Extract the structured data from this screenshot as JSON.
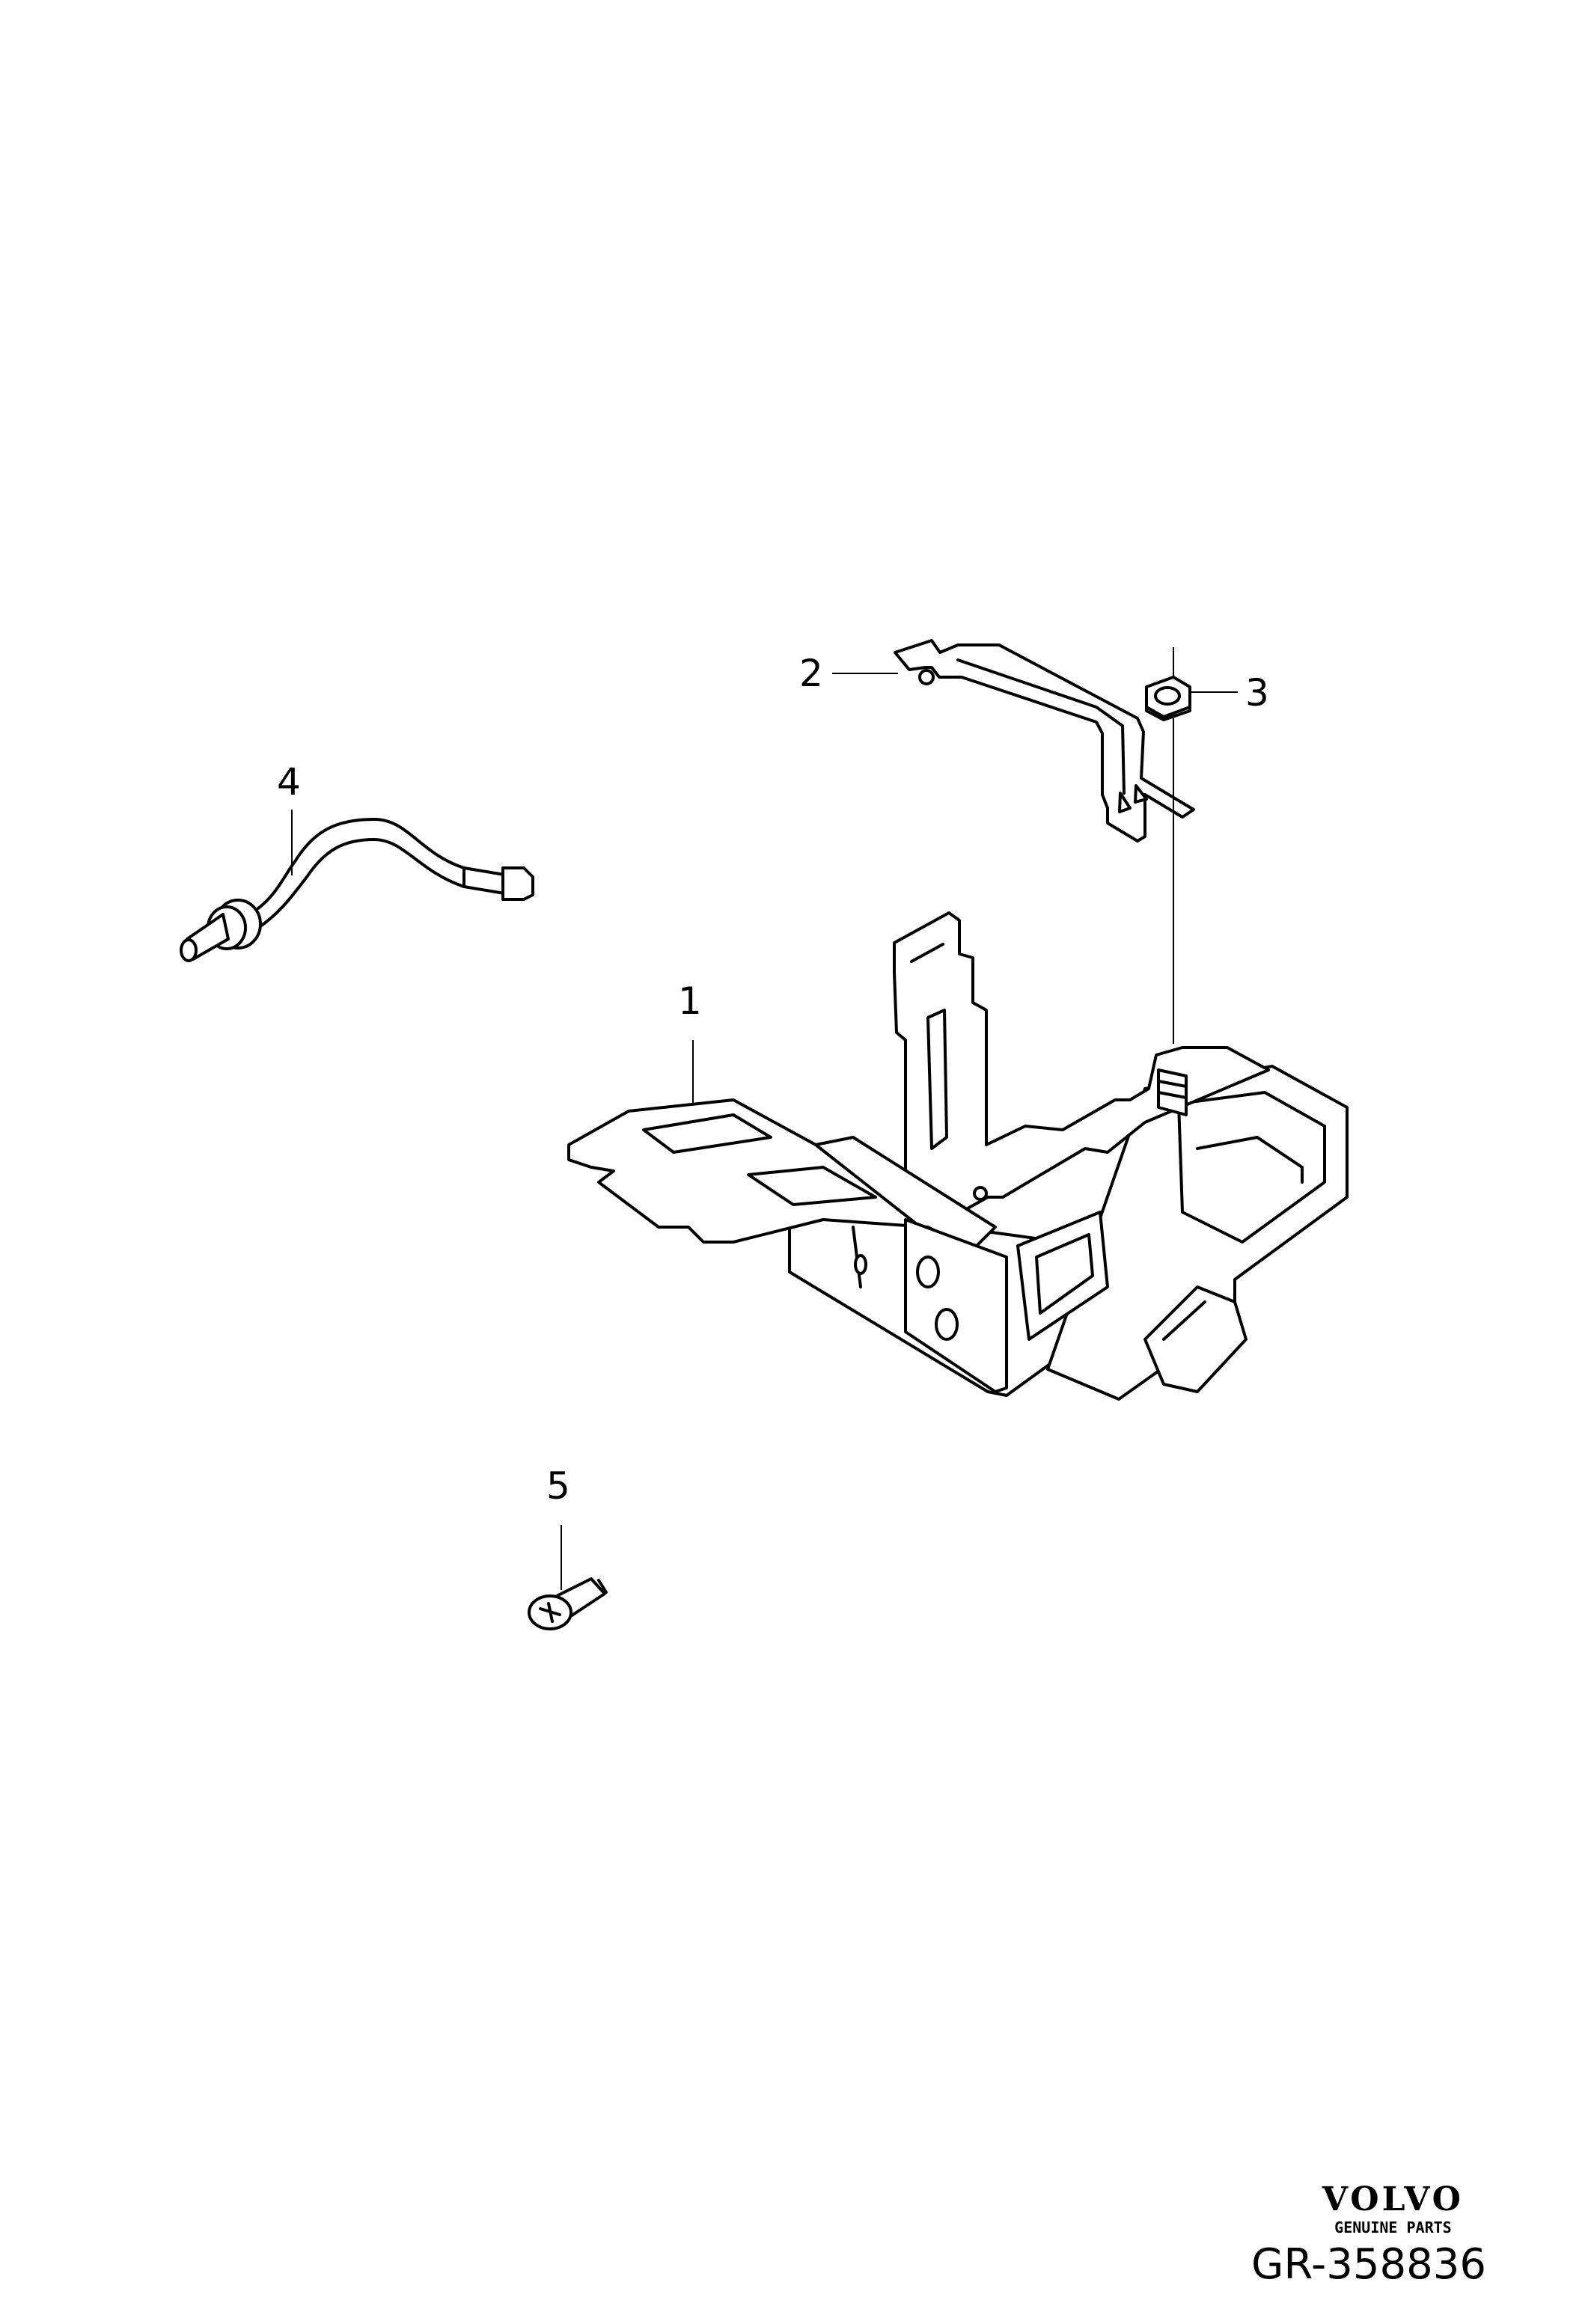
{
  "callouts": [
    {
      "id": "1",
      "label": "1"
    },
    {
      "id": "2",
      "label": "2"
    },
    {
      "id": "3",
      "label": "3"
    },
    {
      "id": "4",
      "label": "4"
    },
    {
      "id": "5",
      "label": "5"
    }
  ],
  "brand": {
    "logo_text": "VOLVO",
    "tagline": "GENUINE PARTS"
  },
  "reference_code": "GR-358836"
}
